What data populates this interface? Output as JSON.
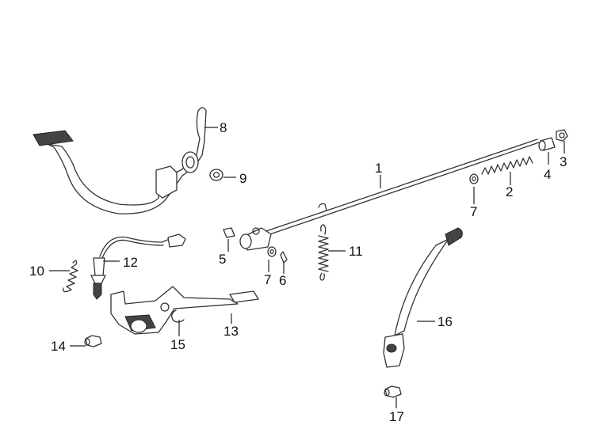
{
  "callouts": [
    {
      "id": "1",
      "label": "1",
      "part": "rod"
    },
    {
      "id": "2",
      "label": "2",
      "part": "spring"
    },
    {
      "id": "3",
      "label": "3",
      "part": "nut"
    },
    {
      "id": "4",
      "label": "4",
      "part": "joint"
    },
    {
      "id": "5",
      "label": "5",
      "part": "pin"
    },
    {
      "id": "6",
      "label": "6",
      "part": "cotter-pin"
    },
    {
      "id": "7a",
      "label": "7",
      "part": "washer"
    },
    {
      "id": "7b",
      "label": "7",
      "part": "washer"
    },
    {
      "id": "8",
      "label": "8",
      "part": "bracket"
    },
    {
      "id": "9",
      "label": "9",
      "part": "washer"
    },
    {
      "id": "10",
      "label": "10",
      "part": "spring"
    },
    {
      "id": "11",
      "label": "11",
      "part": "return-spring"
    },
    {
      "id": "12",
      "label": "12",
      "part": "switch"
    },
    {
      "id": "13",
      "label": "13",
      "part": "gear-pedal"
    },
    {
      "id": "14",
      "label": "14",
      "part": "bolt"
    },
    {
      "id": "15",
      "label": "15",
      "part": "clip"
    },
    {
      "id": "16",
      "label": "16",
      "part": "kick-lever"
    },
    {
      "id": "17",
      "label": "17",
      "part": "bolt"
    }
  ]
}
